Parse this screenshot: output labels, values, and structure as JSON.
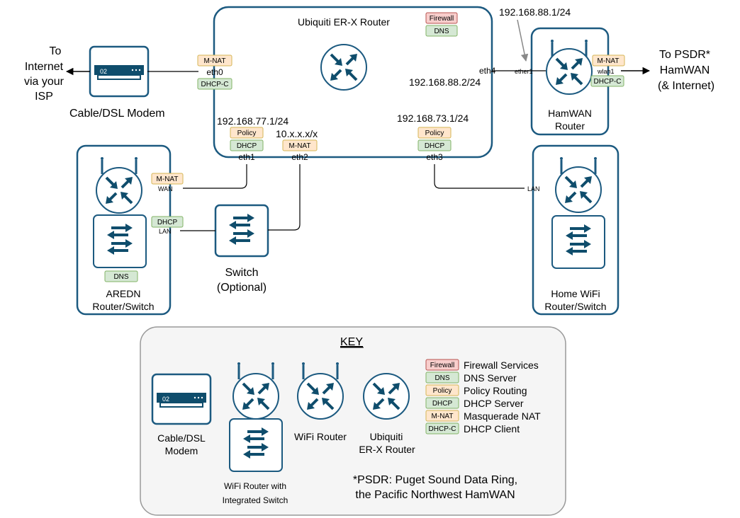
{
  "colors": {
    "device_blue": "#1c5a80",
    "icon_arrow": "#0f4d6c",
    "firewall_fill": "#f8cecc",
    "firewall_stroke": "#b85450",
    "green_fill": "#d5e8d4",
    "green_stroke": "#82b366",
    "yellow_fill": "#ffe6cc",
    "yellow_stroke": "#d6b656",
    "key_border": "#999999",
    "key_fill": "#f5f5f5"
  },
  "router_box": {
    "title": "Ubiquiti ER-X Router"
  },
  "badges": {
    "firewall": "Firewall",
    "dns": "DNS",
    "policy": "Policy",
    "dhcp": "DHCP",
    "mnat": "M-NAT",
    "dhcpc": "DHCP-C"
  },
  "ports": {
    "eth0": "eth0",
    "eth1": "eth1",
    "eth2": "eth2",
    "eth3": "eth3",
    "eth4": "eth4",
    "ether1": "ether1",
    "wlan1": "wlan1",
    "wan": "WAN",
    "lan": "LAN",
    "lan_home": "LAN"
  },
  "ips": {
    "eth1": "192.168.77.1/24",
    "eth2": "10.x.x.x/x",
    "eth3": "192.168.73.1/24",
    "eth4": "192.168.88.2/24",
    "hamwan": "192.168.88.1/24"
  },
  "modem": {
    "label": "Cable/DSL Modem",
    "panel_text": "02",
    "internet_lines": [
      "To",
      "Internet",
      "via your",
      "ISP"
    ]
  },
  "hamwan": {
    "label_lines": [
      "HamWAN",
      "Router"
    ],
    "to_lines": [
      "To PSDR*",
      "HamWAN",
      "(& Internet)"
    ]
  },
  "aredn": {
    "label_lines": [
      "AREDN",
      "Router/Switch"
    ]
  },
  "switch": {
    "label_lines": [
      "Switch",
      "(Optional)"
    ]
  },
  "home": {
    "label_lines": [
      "Home WiFi",
      "Router/Switch"
    ]
  },
  "key": {
    "title": "KEY",
    "modem_lines": [
      "Cable/DSL",
      "Modem"
    ],
    "wifi_switch_lines": [
      "WiFi Router with",
      "Integrated Switch"
    ],
    "wifi_router": "WiFi Router",
    "erx_lines": [
      "Ubiquiti",
      "ER-X Router"
    ],
    "legend": [
      {
        "badge": "Firewall",
        "text": "Firewall Services"
      },
      {
        "badge": "DNS",
        "text": "DNS Server"
      },
      {
        "badge": "Policy",
        "text": "Policy Routing"
      },
      {
        "badge": "DHCP",
        "text": "DHCP Server"
      },
      {
        "badge": "M-NAT",
        "text": "Masquerade NAT"
      },
      {
        "badge": "DHCP-C",
        "text": "DHCP Client"
      }
    ],
    "footnote_lines": [
      "*PSDR: Puget Sound Data Ring,",
      "the Pacific Northwest HamWAN"
    ]
  }
}
